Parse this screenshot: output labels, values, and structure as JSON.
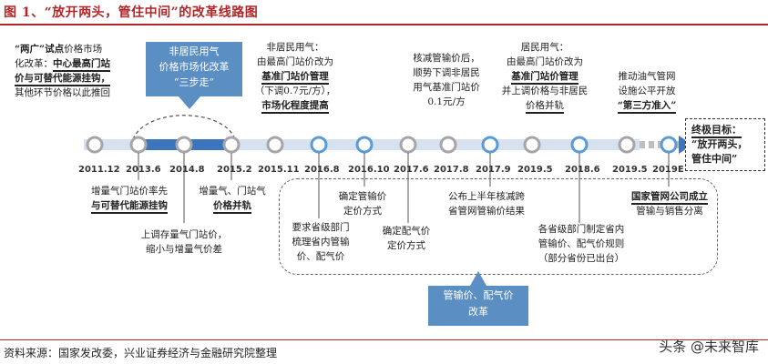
{
  "figure": {
    "title": "图 1、“放开两头，管住中间”的改革线路图",
    "source": "资料来源：国家发改委，兴业证券经济与金融研究院整理",
    "watermark": "头条 @未来智库"
  },
  "timeline": {
    "years": [
      "2011.12",
      "2013.6",
      "2014.8",
      "2015.2",
      "2015.11",
      "2016.8",
      "2016.10",
      "2017.6",
      "2017.8",
      "2017.9",
      "2019.5",
      "2018.6",
      "2019.5",
      "2019E"
    ]
  },
  "top_notes": {
    "n1": {
      "p1": "“两广”",
      "p2": "试点",
      "p3": "价格市场",
      "l2": "化改革：",
      "l2b": "中心最高门站",
      "l3": "价与可替代能源挂钩，",
      "l4": "其他环节价格以此推回"
    },
    "n2": {
      "l1": "非居民用气：",
      "l2": "由最高门站价改为",
      "l3": "基准门站价管理",
      "l4": "（下调0.7元/方），",
      "l5": "市场化程度提高"
    },
    "n3": {
      "l1": "核减管输价后，",
      "l2": "顺势下调非居民",
      "l3": "用气基准门站价",
      "l4": "0.1元/方"
    },
    "n4": {
      "l1": "居民用气：",
      "l2": "由最高门站价改为",
      "l3": "基准门站价管理",
      "l4": "并上调价格与非居民",
      "l5": "价格并轨"
    },
    "n5": {
      "l1": "推动油气管网",
      "l2": "设施公平开放",
      "l3": "“第三方准入”"
    }
  },
  "callout": {
    "l1": "非居民用气",
    "l2": "价格市场化改革",
    "l3": "“三步走”"
  },
  "goal": {
    "l1": "终极目标：",
    "l2": "“放开两头，",
    "l3": "管住中间”"
  },
  "bottom_notes": {
    "b1": {
      "l1": "增量气门站价率先",
      "l2": "与可替代能源挂钩"
    },
    "b2": {
      "l1": "上调存量气门站价，",
      "l2": "缩小与增量气价差"
    },
    "b3": {
      "l1": "增量气、门站气",
      "l2": "价格并轨"
    },
    "b4": {
      "l1": "要求省级部门",
      "l2": "梳理省内管输",
      "l3": "价、配气价"
    },
    "b5": {
      "l1": "确定管输价",
      "l2": "定价方式"
    },
    "b6": {
      "l1": "确定配气价",
      "l2": "定价方式"
    },
    "b7": {
      "l1": "公布上半年核减跨",
      "l2": "省管网管输价结果"
    },
    "b8": {
      "l1": "各省级部门制定省内",
      "l2": "管输价、配气价规则",
      "l3": "（部分省份已出台）"
    },
    "b9": {
      "l1": "国家管网公司成立",
      "l2": "管输与销售分离"
    }
  },
  "bottom_box": {
    "l1": "管输价、配气价",
    "l2": "改革"
  }
}
